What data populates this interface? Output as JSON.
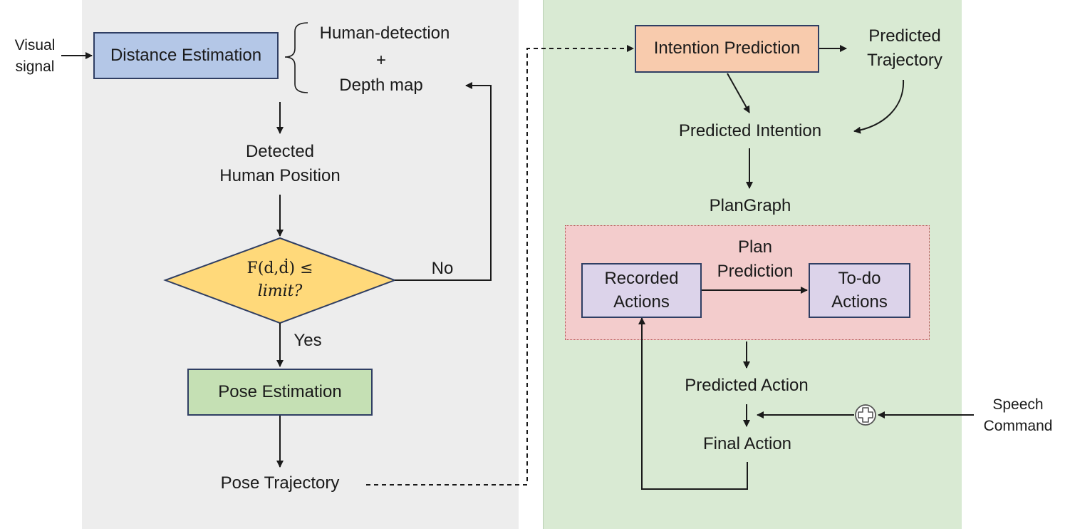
{
  "inputs": {
    "visual_signal": [
      "Visual",
      "signal"
    ],
    "speech_command": [
      "Speech",
      "Command"
    ]
  },
  "left": {
    "distance_estimation": "Distance Estimation",
    "human_detection": "Human-detection",
    "plus": "+",
    "depth_map": "Depth map",
    "detected_human_position": [
      "Detected",
      "Human Position"
    ],
    "condition": [
      "F(d,ḋ) ≤",
      "limit?"
    ],
    "no_label": "No",
    "yes_label": "Yes",
    "pose_estimation": "Pose Estimation",
    "pose_trajectory": "Pose Trajectory"
  },
  "right": {
    "intention_prediction": "Intention Prediction",
    "predicted_trajectory": [
      "Predicted",
      "Trajectory"
    ],
    "predicted_intention": "Predicted Intention",
    "plangraph": "PlanGraph",
    "plan_prediction": [
      "Plan",
      "Prediction"
    ],
    "recorded_actions": [
      "Recorded",
      "Actions"
    ],
    "todo_actions": [
      "To-do",
      "Actions"
    ],
    "predicted_action": "Predicted Action",
    "final_action": "Final Action"
  },
  "colors": {
    "left_panel": "#ededed",
    "right_panel": "#d9ead3",
    "distance_box": "#b4c7e7",
    "pose_box": "#c5e0b4",
    "intention_box": "#f8cbad",
    "decision_diamond": "#ffd97a",
    "plan_region": "#f3cccc",
    "action_box": "#dcd3ea"
  },
  "icons": {
    "combine": "circled-plus-icon"
  }
}
